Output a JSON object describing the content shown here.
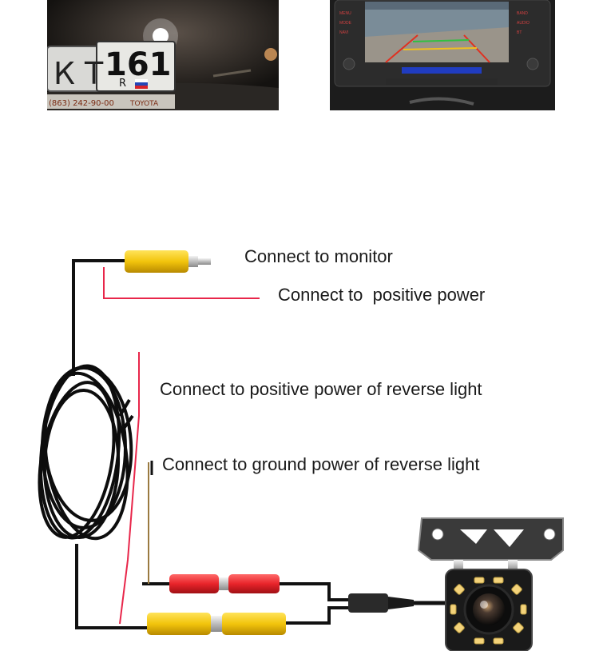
{
  "photos": {
    "license_plate": {
      "plate_number": "161",
      "plate_letters": "К Т",
      "plate_region_letter": "R",
      "dealer_text": "(863) 242-90-00",
      "brand_text": "TOYOTA"
    },
    "monitor_menu_left": [
      "MENU",
      "MODE",
      "NAVI"
    ],
    "monitor_menu_right": [
      "BAND",
      "AUDIO",
      "BT"
    ]
  },
  "labels": {
    "monitor": "Connect to monitor",
    "positive_power": "Connect to  positive power",
    "reverse_positive": "Connect to positive power of reverse light",
    "reverse_ground": "Connect to ground power of reverse light"
  },
  "colors": {
    "cable": "#111111",
    "rca_yellow": "#f2c40c",
    "rca_red": "#e8242a",
    "power_wire": "#e8264a",
    "led": "#f4d37a"
  }
}
